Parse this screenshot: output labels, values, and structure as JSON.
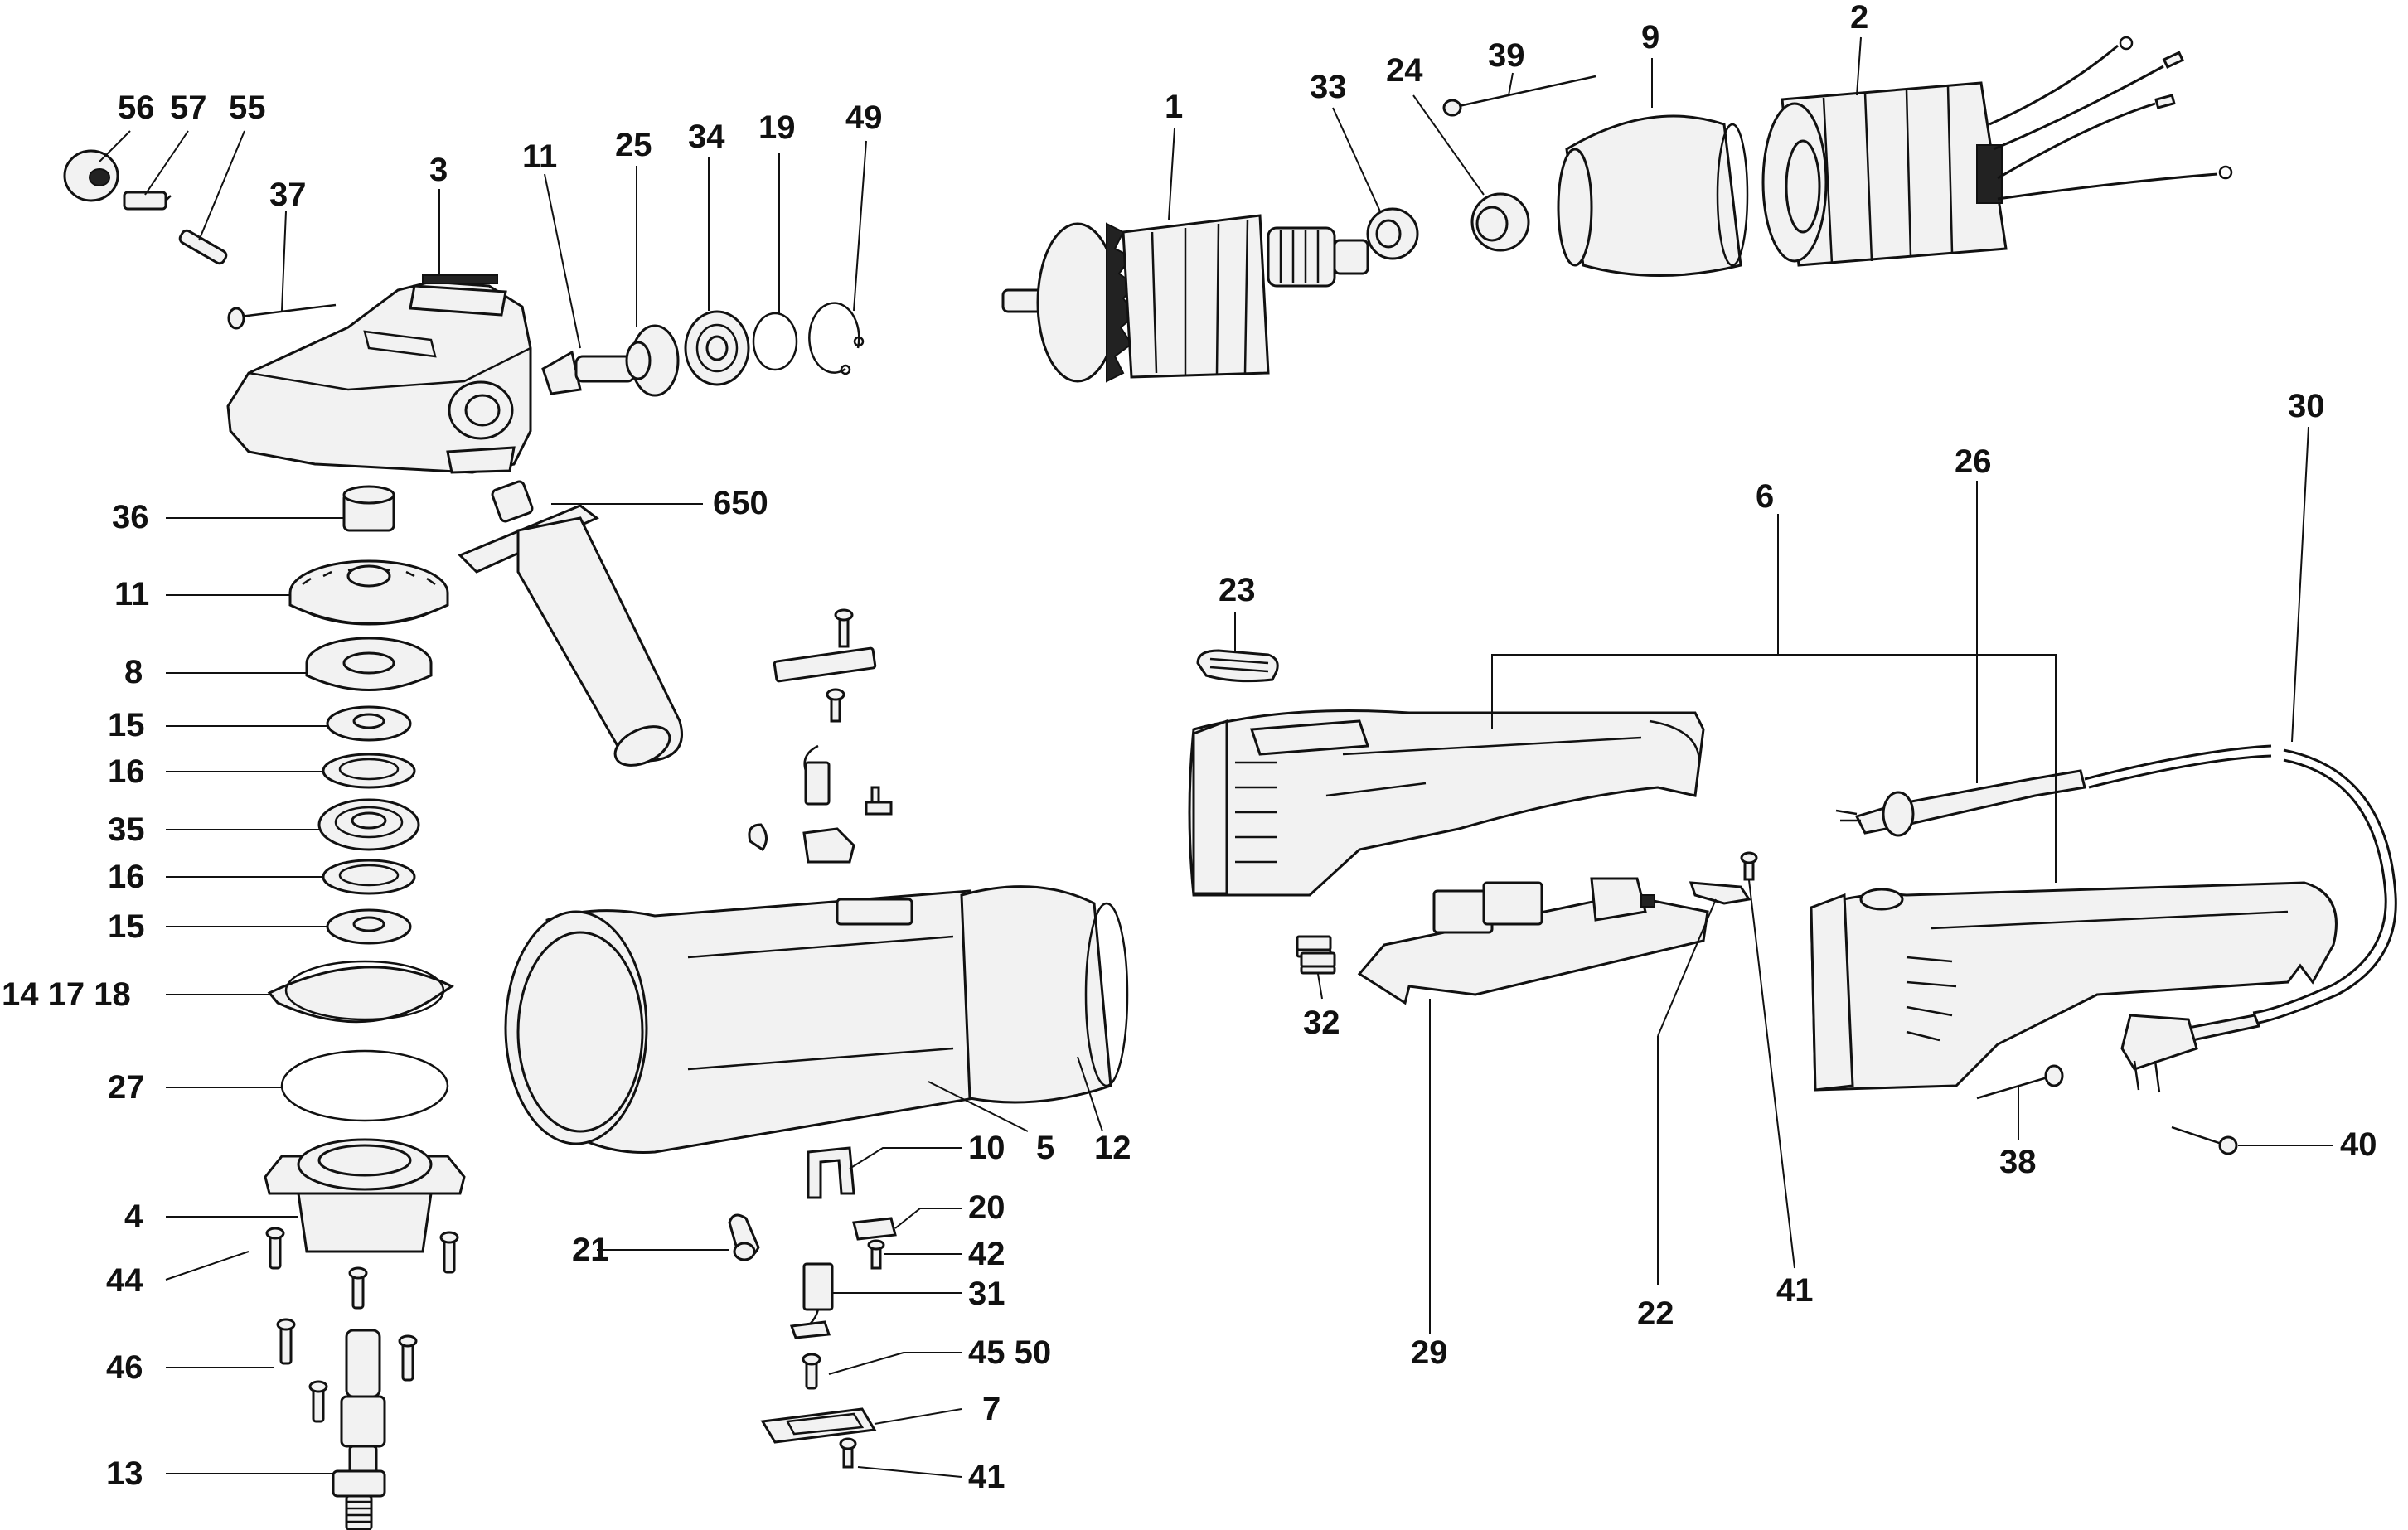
{
  "labels": {
    "p56": "56",
    "p57": "57",
    "p55": "55",
    "p37": "37",
    "p3": "3",
    "p11_top": "11",
    "p25": "25",
    "p34": "34",
    "p19": "19",
    "p49": "49",
    "p1": "1",
    "p33": "33",
    "p24": "24",
    "p39": "39",
    "p9": "9",
    "p2": "2",
    "p650": "650",
    "p36": "36",
    "p11_left": "11",
    "p8": "8",
    "p15_a": "15",
    "p16_a": "16",
    "p35": "35",
    "p16_b": "16",
    "p15_b": "15",
    "p14_17_18": "14 17 18",
    "p27": "27",
    "p4": "4",
    "p44": "44",
    "p46": "46",
    "p13": "13",
    "p10": "10",
    "p5": "5",
    "p12": "12",
    "p20": "20",
    "p21": "21",
    "p42": "42",
    "p31": "31",
    "p45_50": "45 50",
    "p7": "7",
    "p41_bottom": "41",
    "p23": "23",
    "p6": "6",
    "p26": "26",
    "p30": "30",
    "p32": "32",
    "p29": "29",
    "p22": "22",
    "p41_right": "41",
    "p38": "38",
    "p40": "40"
  }
}
